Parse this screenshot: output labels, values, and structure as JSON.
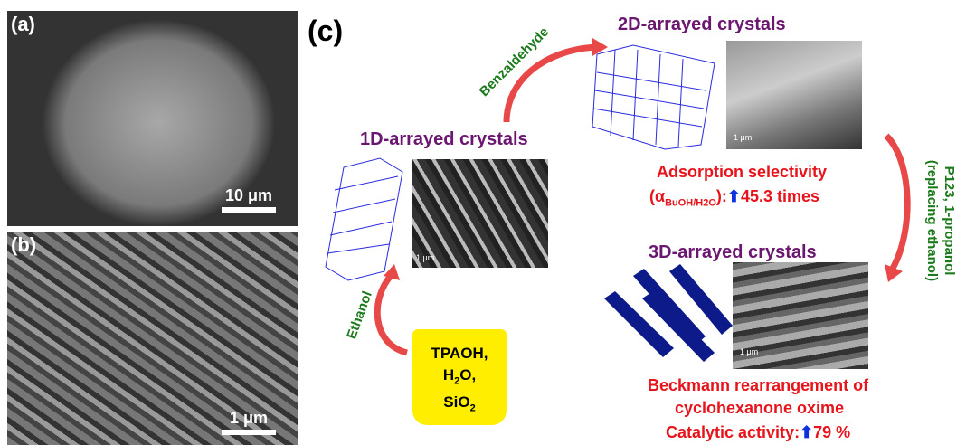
{
  "panel_a": {
    "label": "(a)",
    "scale": "10 μm"
  },
  "panel_b": {
    "label": "(b)",
    "scale": "1 μm"
  },
  "panel_c": {
    "label": "(c)",
    "crystals_1d": {
      "title": "1D-arrayed crystals",
      "scale": "1 μm"
    },
    "crystals_2d": {
      "title": "2D-arrayed crystals",
      "scale": "1 μm"
    },
    "crystals_3d": {
      "title": "3D-arrayed crystals",
      "scale": "1 μm"
    },
    "arrow_benzaldehyde": "Benzaldehyde",
    "arrow_ethanol": "Ethanol",
    "arrow_p123_line1": "P123, 1-propanol",
    "arrow_p123_line2": "(replacing ethanol)",
    "adsorption_title": "Adsorption selectivity",
    "adsorption_prefix": "(α",
    "adsorption_sub": "BuOH/H2O",
    "adsorption_suffix": "):",
    "adsorption_value": "45.3 times",
    "beckmann_line1": "Beckmann rearrangement of",
    "beckmann_line2": "cyclohexanone oxime",
    "catalytic_label": "Catalytic activity:",
    "catalytic_value": "79 %",
    "up_arrow": "⬆",
    "beaker": {
      "l1": "TPAOH,",
      "l2a": "H",
      "l2b": "2",
      "l2c": "O,",
      "l3a": "SiO",
      "l3b": "2"
    }
  }
}
